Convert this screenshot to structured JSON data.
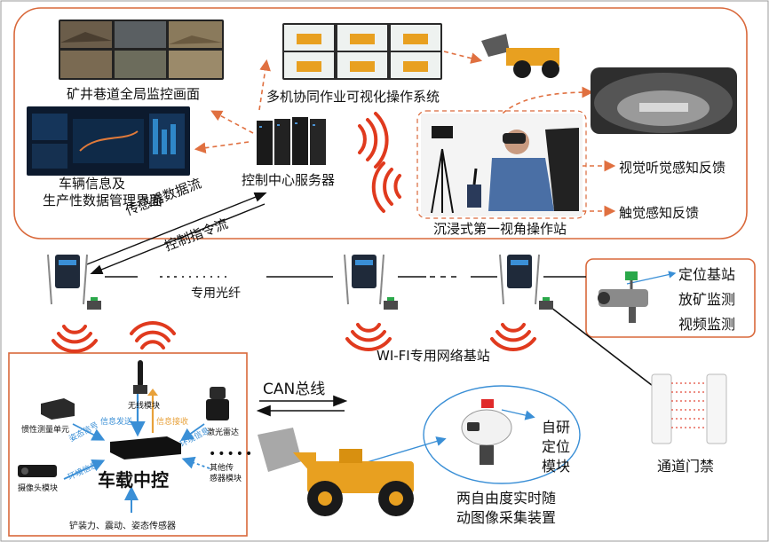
{
  "control_center": {
    "monitor_label": "矿井巷道全局监控画面",
    "multi_machine_label": "多机协同作业可视化操作系统",
    "vehicle_info_label_1": "车辆信息及",
    "vehicle_info_label_2": "生产性数据管理界面",
    "server_label": "控制中心服务器",
    "immersive_label": "沉浸式第一视角操作站",
    "audio_visual_feedback": "视觉听觉感知反馈",
    "haptic_feedback": "触觉感知反馈"
  },
  "links": {
    "sensor_stream": "传感器数据流",
    "control_stream": "控制指令流",
    "fiber": "专用光纤",
    "wifi_base": "WI-FI专用网络基站",
    "can_bus": "CAN总线"
  },
  "legend_box": {
    "positioning_base": "定位基站",
    "ore_monitor": "放矿监测",
    "video_monitor": "视频监测"
  },
  "vehicle_control": {
    "center": "车载中控",
    "wireless_module": "无线模块",
    "info_send": "信息发送",
    "info_receive": "信息接收",
    "imu": "惯性测量单元",
    "attitude_signal": "姿态信号",
    "lidar": "激光雷达",
    "env_info_right": "环境信息",
    "camera_module": "摄像头模块",
    "env_info_left": "环境信息",
    "other_sensors_1": "其他传",
    "other_sensors_2": "感器模块",
    "bottom_sensors": "铲装力、震动、姿态传感器"
  },
  "positioning": {
    "module_1": "自研",
    "module_2": "定位",
    "module_3": "模块",
    "device_1": "两自由度实时随",
    "device_2": "动图像采集装置"
  },
  "gate": {
    "label": "通道门禁"
  },
  "colors": {
    "frame": "#d9683a",
    "arrow": "#e07040",
    "wifi": "#e03a1e",
    "blue_arrow": "#3a8fd6",
    "orange_arrow": "#e8a13a"
  }
}
